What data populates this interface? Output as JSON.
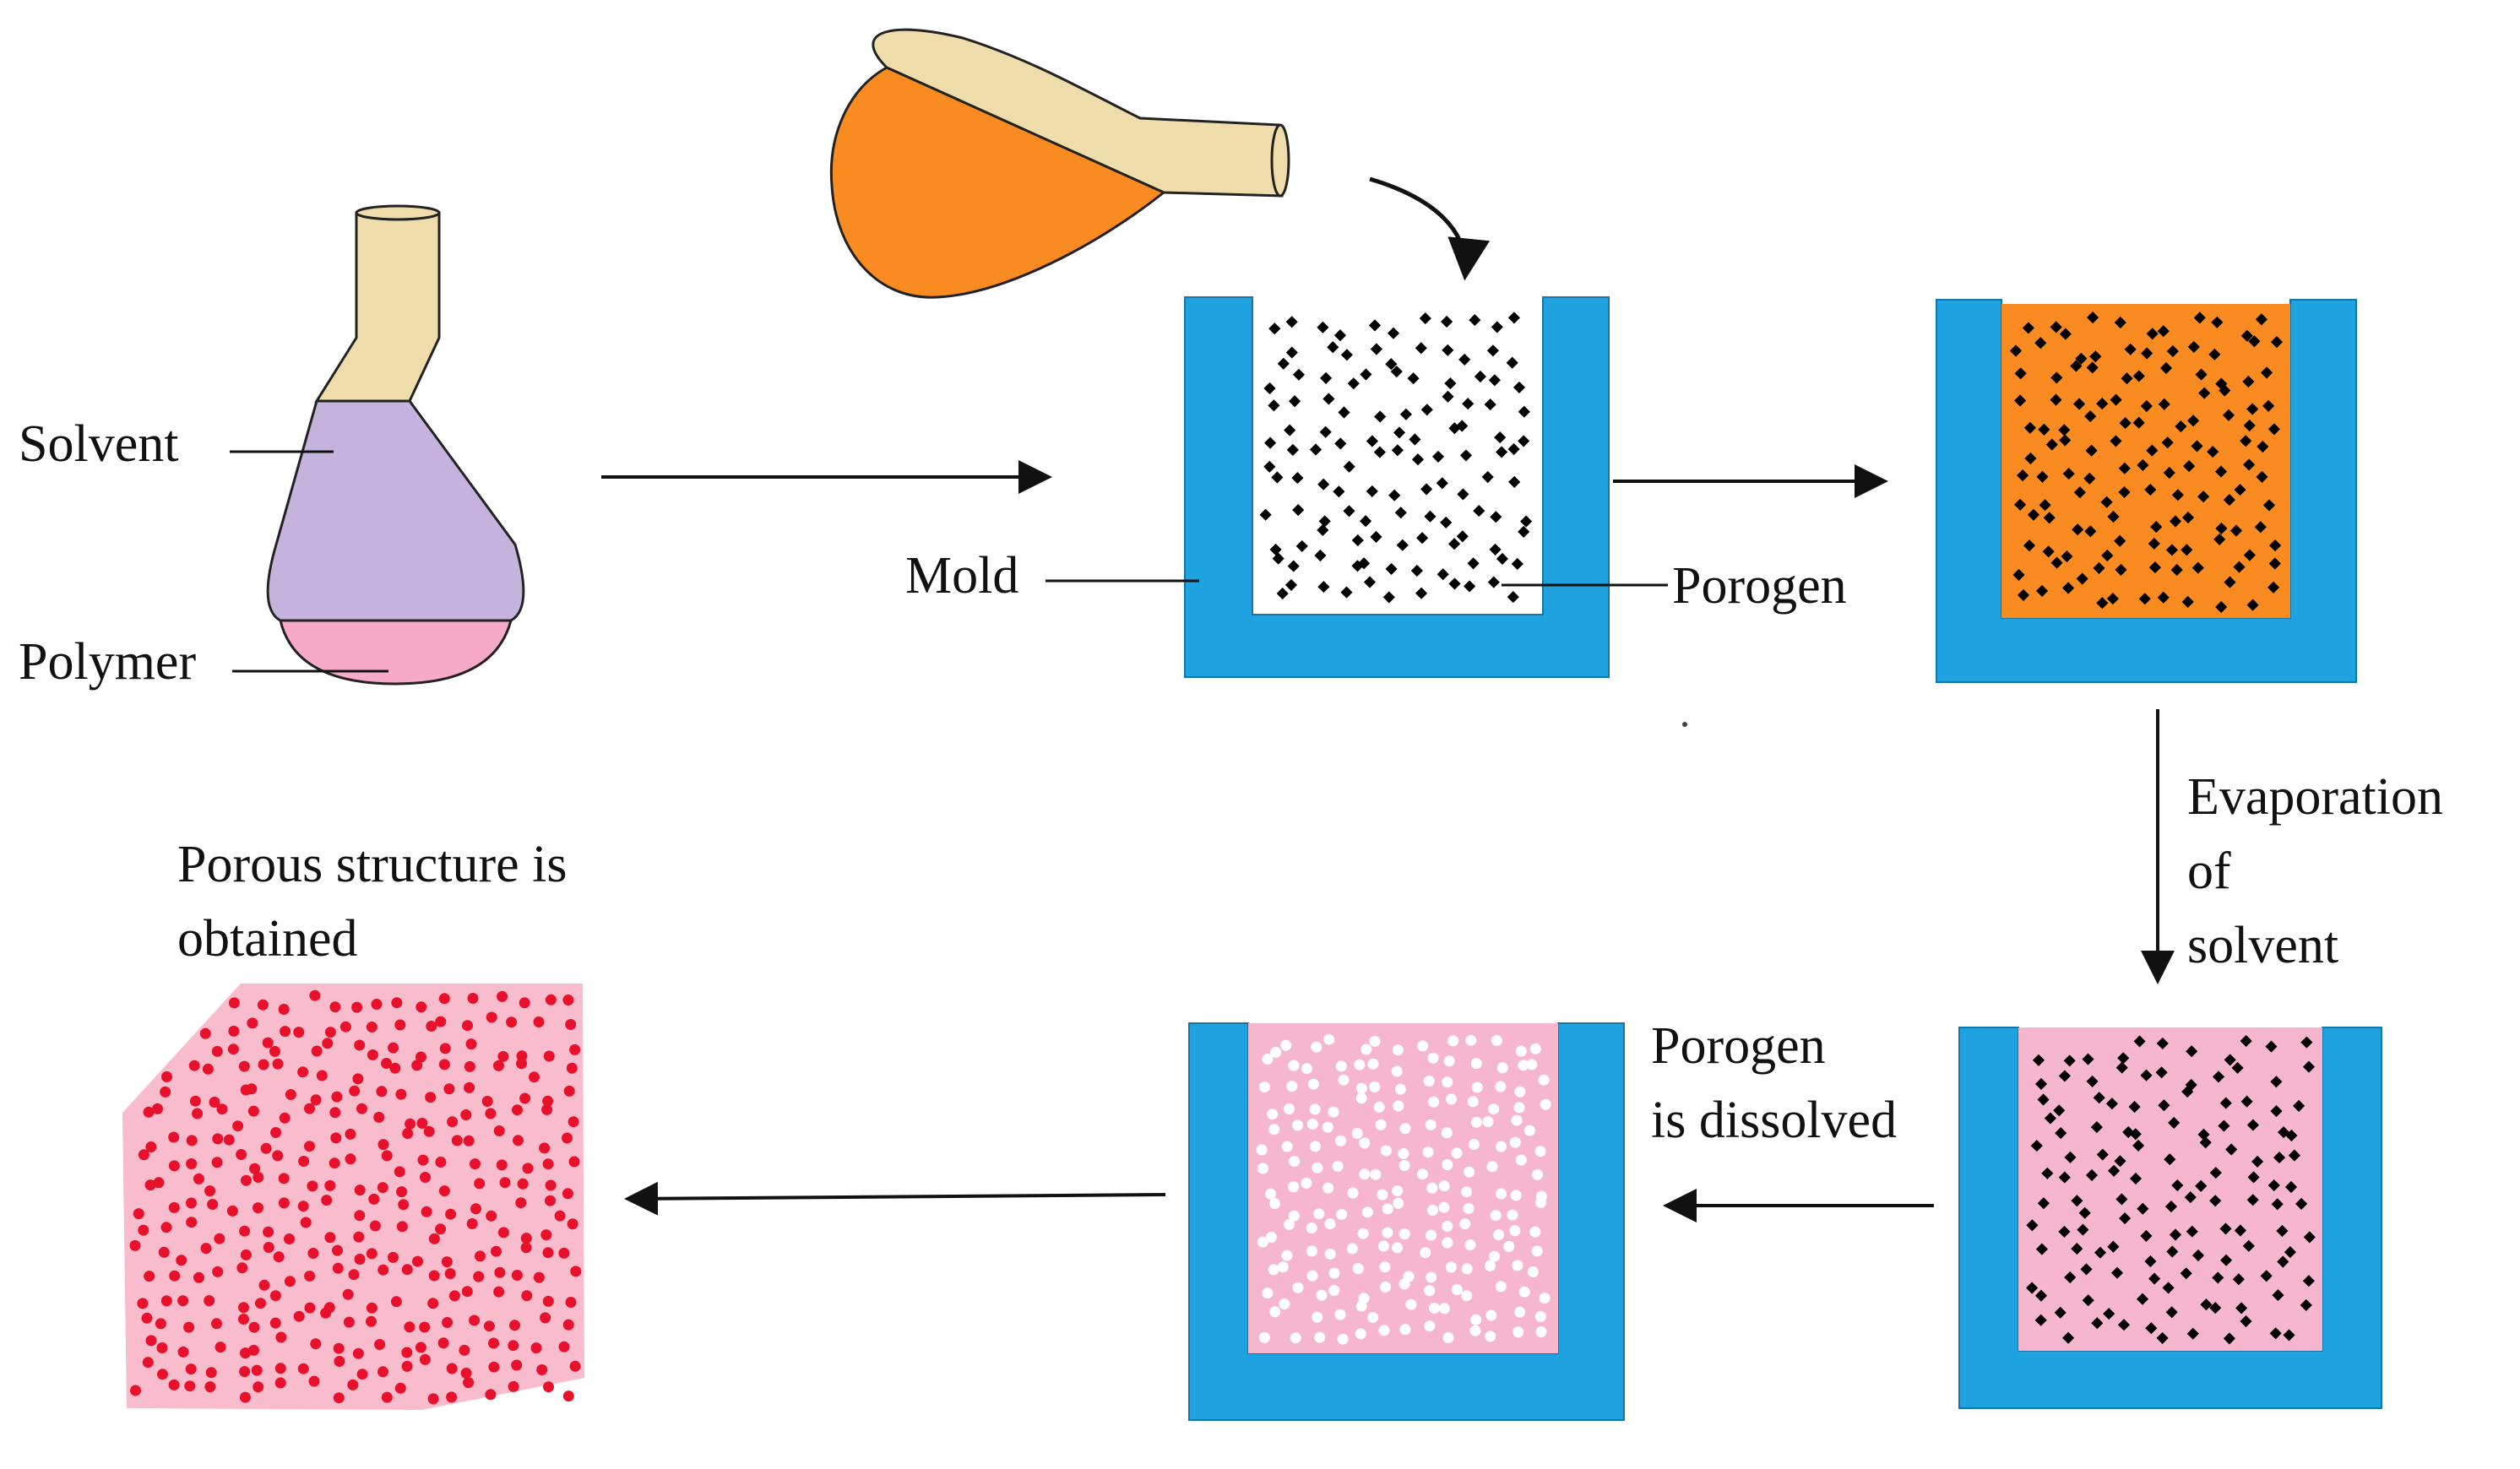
{
  "labels": {
    "solvent": "Solvent",
    "polymer": "Polymer",
    "mold": "Mold",
    "porogen": "Porogen",
    "evaporation": [
      "Evaporation",
      "of",
      "solvent"
    ],
    "dissolved": [
      "Porogen",
      "is dissolved"
    ],
    "porous": [
      "Porous structure is",
      "obtained"
    ]
  },
  "colors": {
    "mold_blue": "#1fa3e0",
    "solvent_lavender": "#c5b3de",
    "polymer_pink": "#f6aac8",
    "flask_neck_beige": "#efdcab",
    "solution_orange": "#f98b21",
    "cast_pink": "#f7b6cf",
    "scaffold_pink": "#f8bccc",
    "pore_red": "#e8102a",
    "porogen_black": "#000000",
    "line_dark": "#111111"
  },
  "icons": {
    "flask": "erlenmeyer-flask-icon",
    "pour_flask": "round-bottom-flask-pouring-icon"
  }
}
